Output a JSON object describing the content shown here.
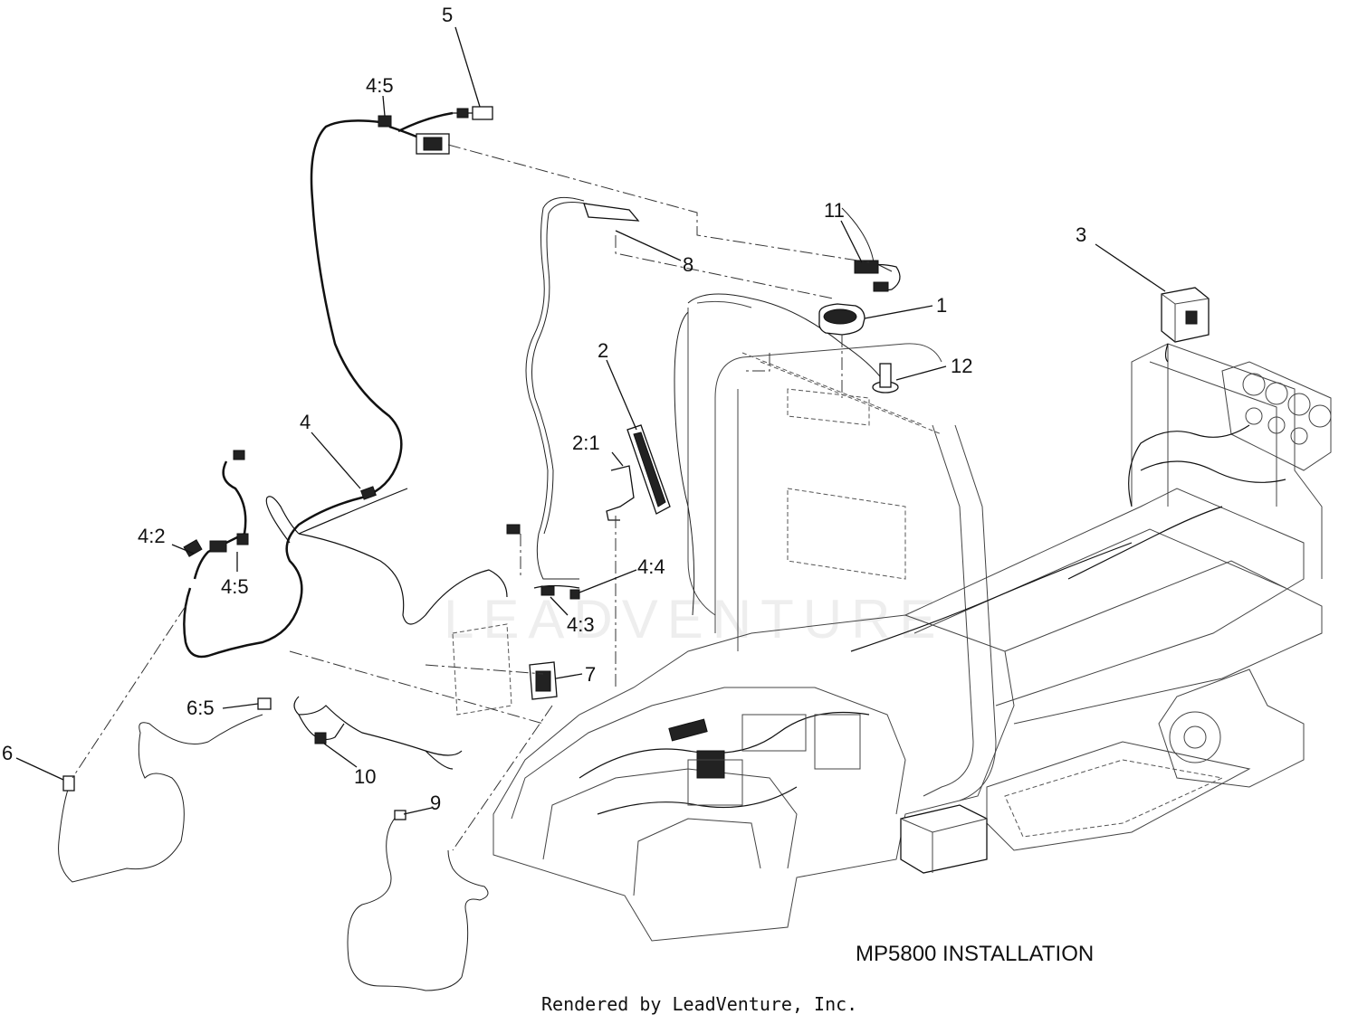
{
  "diagram": {
    "title": "MP5800 INSTALLATION",
    "footer": "Rendered by LeadVenture, Inc.",
    "watermark": "LEADVENTURE",
    "callouts": [
      {
        "id": "c-5",
        "text": "5"
      },
      {
        "id": "c-4-5-top",
        "text": "4:5"
      },
      {
        "id": "c-11",
        "text": "11"
      },
      {
        "id": "c-8",
        "text": "8"
      },
      {
        "id": "c-3",
        "text": "3"
      },
      {
        "id": "c-1",
        "text": "1"
      },
      {
        "id": "c-12",
        "text": "12"
      },
      {
        "id": "c-2",
        "text": "2"
      },
      {
        "id": "c-2-1",
        "text": "2:1"
      },
      {
        "id": "c-4",
        "text": "4"
      },
      {
        "id": "c-4-2",
        "text": "4:2"
      },
      {
        "id": "c-4-5-low",
        "text": "4:5"
      },
      {
        "id": "c-4-4",
        "text": "4:4"
      },
      {
        "id": "c-4-3",
        "text": "4:3"
      },
      {
        "id": "c-7",
        "text": "7"
      },
      {
        "id": "c-6-5",
        "text": "6:5"
      },
      {
        "id": "c-6",
        "text": "6"
      },
      {
        "id": "c-10",
        "text": "10"
      },
      {
        "id": "c-9",
        "text": "9"
      }
    ]
  }
}
